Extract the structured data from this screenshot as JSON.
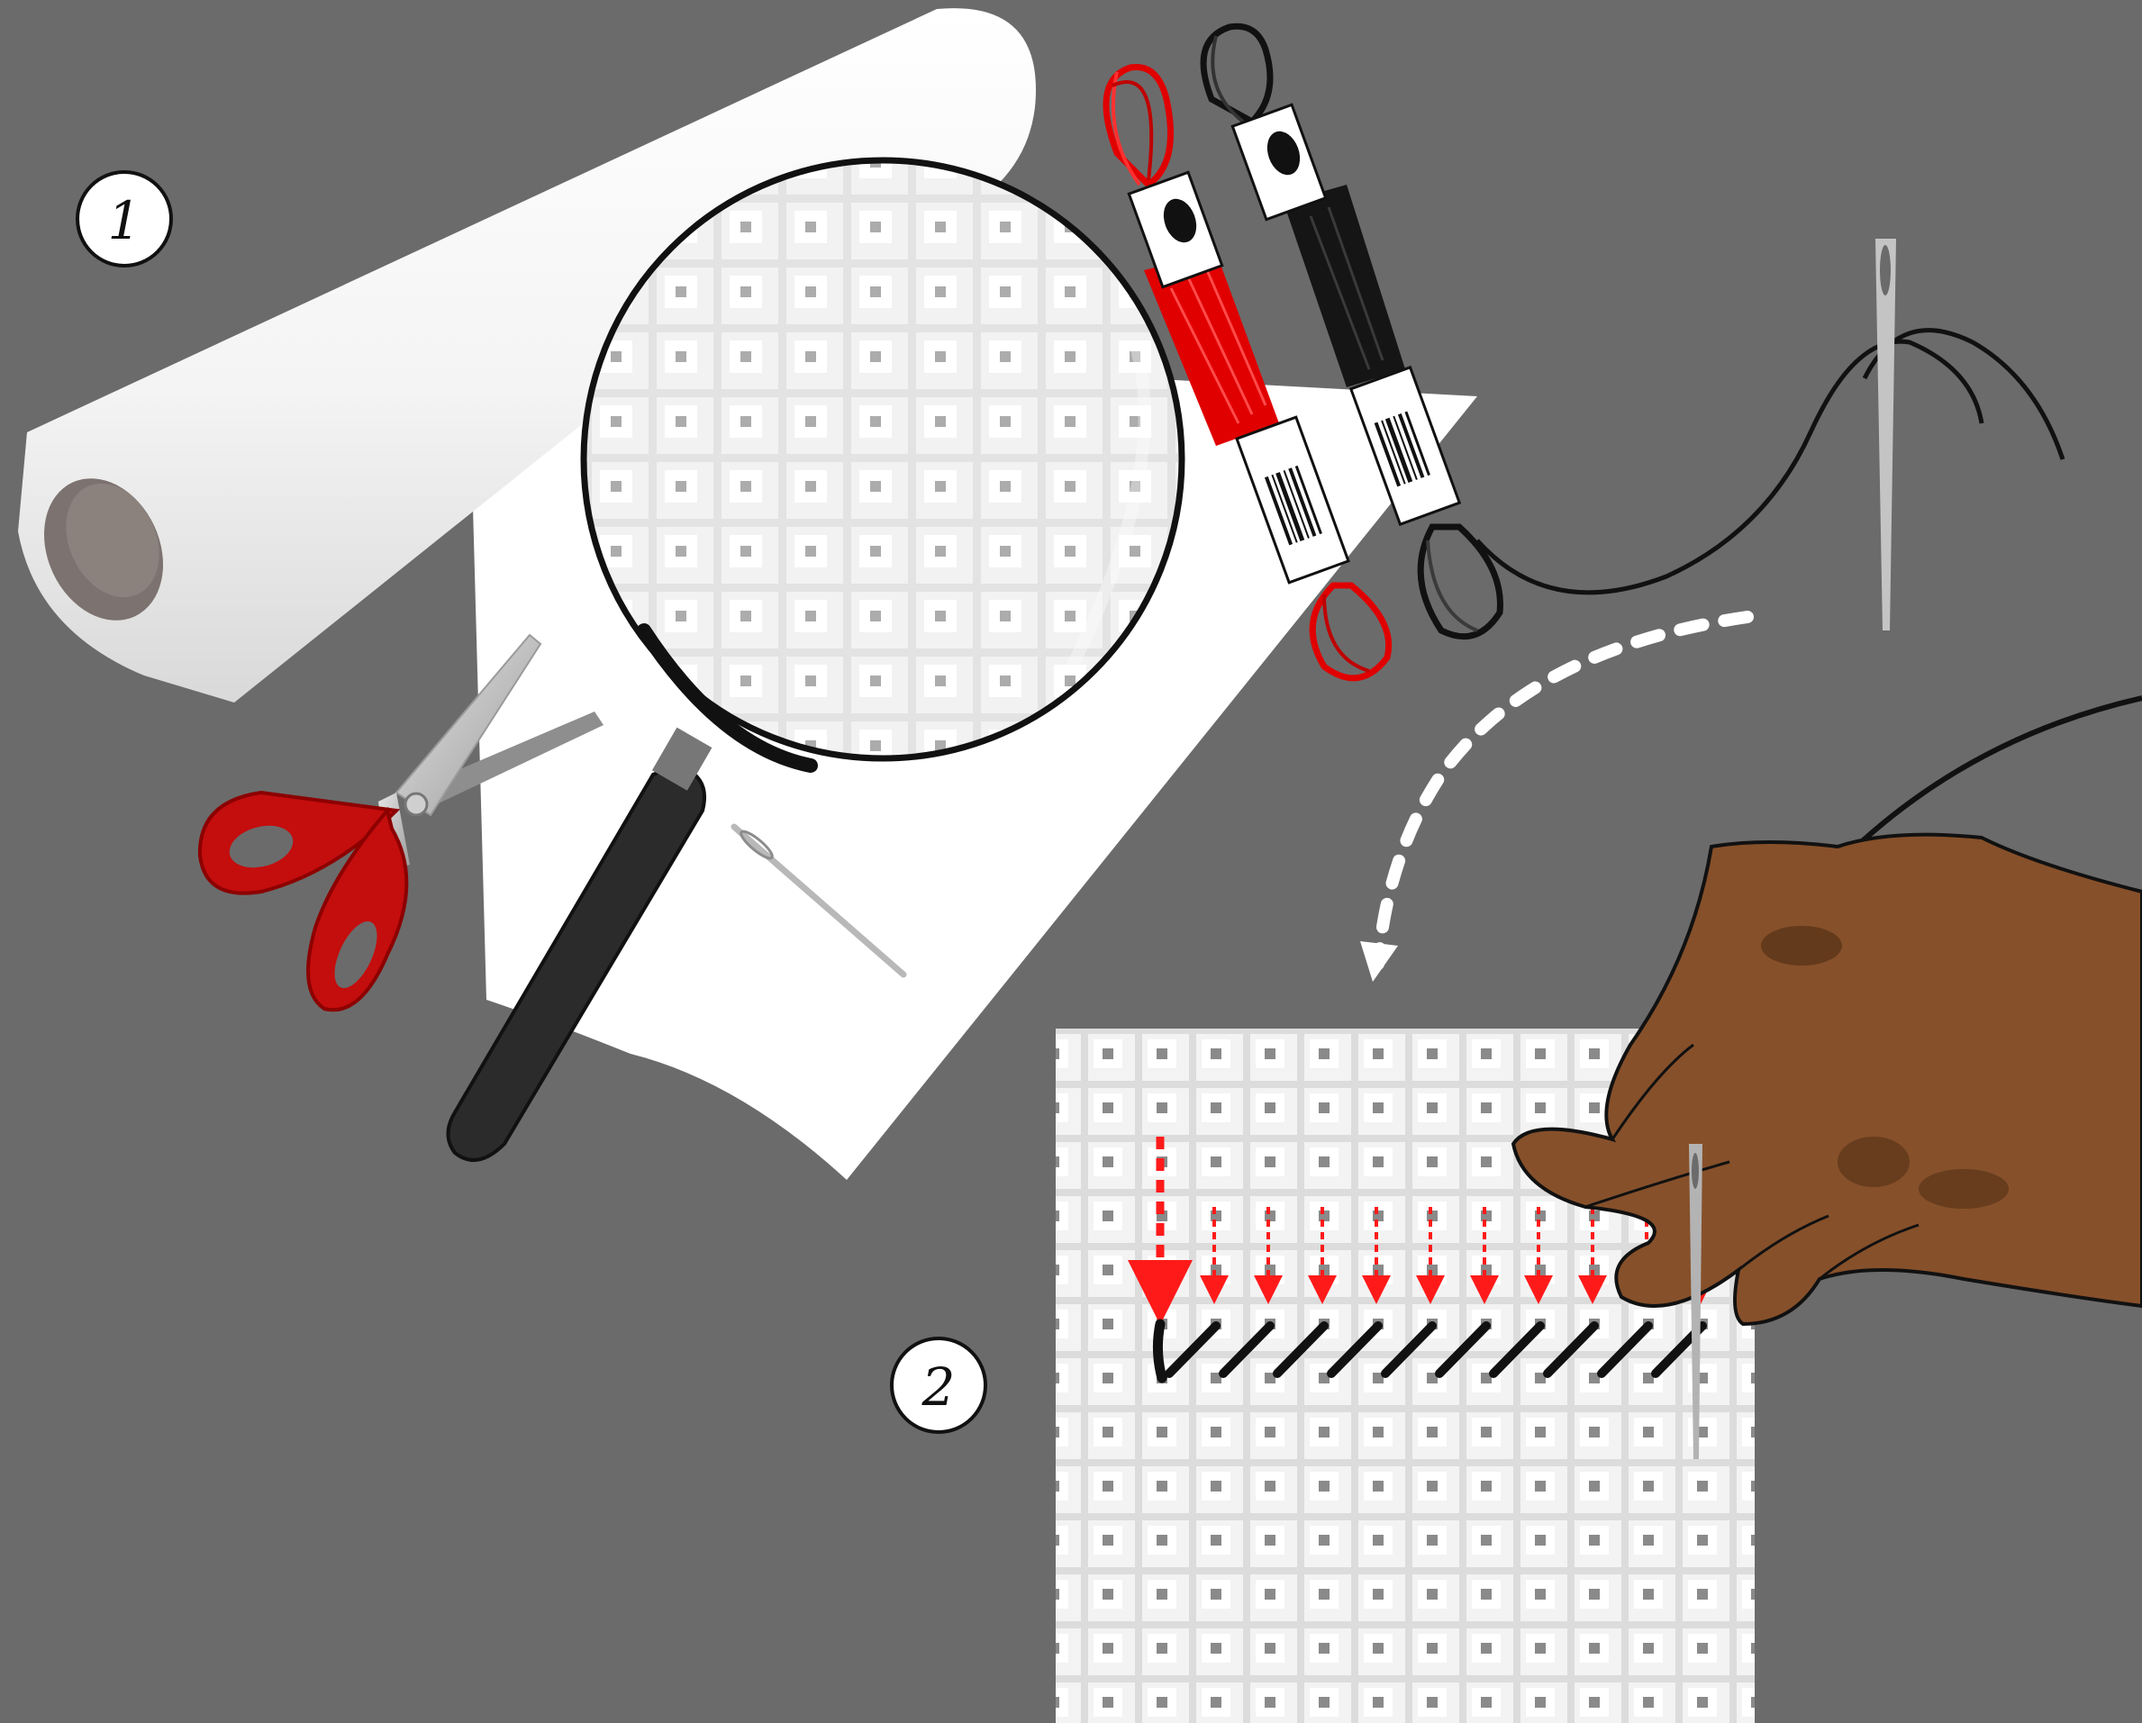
{
  "colors": {
    "background": "#6b6b6b",
    "fabric": "#ffffff",
    "canvas_grid": "#dcdcdc",
    "hole": "#8a8a8a",
    "thread_red": "#e00000",
    "thread_black": "#111111",
    "scissor_handle": "#c40d0d",
    "skin": "#86502a",
    "guide_arrow": "#ff1a1a"
  },
  "steps": [
    {
      "number": "1",
      "icon": "step-one-badge"
    },
    {
      "number": "2",
      "icon": "step-two-badge"
    }
  ],
  "items": [
    {
      "name": "fabric-roll",
      "icon": "fabric-roll-icon"
    },
    {
      "name": "magnifying-glass",
      "icon": "magnifier-icon"
    },
    {
      "name": "red-embroidery-floss",
      "icon": "thread-skein-icon"
    },
    {
      "name": "black-embroidery-floss",
      "icon": "thread-skein-icon"
    },
    {
      "name": "scissors",
      "icon": "scissors-icon"
    },
    {
      "name": "threaded-needle",
      "icon": "needle-icon"
    },
    {
      "name": "loose-needle",
      "icon": "needle-icon"
    },
    {
      "name": "hand-stitching",
      "icon": "hand-icon"
    }
  ],
  "stitches": {
    "completed": 10,
    "direction": "diagonal"
  }
}
